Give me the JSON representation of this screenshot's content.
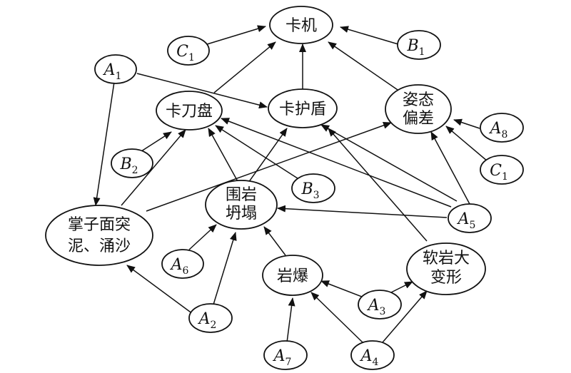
{
  "nodes": {
    "kaji": {
      "lines": [
        "卡机"
      ]
    },
    "kadaopan": {
      "lines": [
        "卡刀盘"
      ]
    },
    "kahudun": {
      "lines": [
        "卡护盾"
      ]
    },
    "zitai": {
      "lines": [
        "姿态",
        "偏差"
      ]
    },
    "weiyan": {
      "lines": [
        "围岩",
        "坍塌"
      ]
    },
    "zhangzi": {
      "lines": [
        "掌子面突",
        "泥、涌沙"
      ]
    },
    "yanbao": {
      "lines": [
        "岩爆"
      ]
    },
    "ruanyan": {
      "lines": [
        "软岩大",
        "变形"
      ]
    }
  },
  "factors": {
    "C1_top": {
      "letter": "C",
      "sub": "1"
    },
    "B1": {
      "letter": "B",
      "sub": "1"
    },
    "A1": {
      "letter": "A",
      "sub": "1"
    },
    "A8": {
      "letter": "A",
      "sub": "8"
    },
    "B2": {
      "letter": "B",
      "sub": "2"
    },
    "C1_right": {
      "letter": "C",
      "sub": "1"
    },
    "B3": {
      "letter": "B",
      "sub": "3"
    },
    "A5": {
      "letter": "A",
      "sub": "5"
    },
    "A6": {
      "letter": "A",
      "sub": "6"
    },
    "A3": {
      "letter": "A",
      "sub": "3"
    },
    "A2": {
      "letter": "A",
      "sub": "2"
    },
    "A7": {
      "letter": "A",
      "sub": "7"
    },
    "A4": {
      "letter": "A",
      "sub": "4"
    }
  }
}
